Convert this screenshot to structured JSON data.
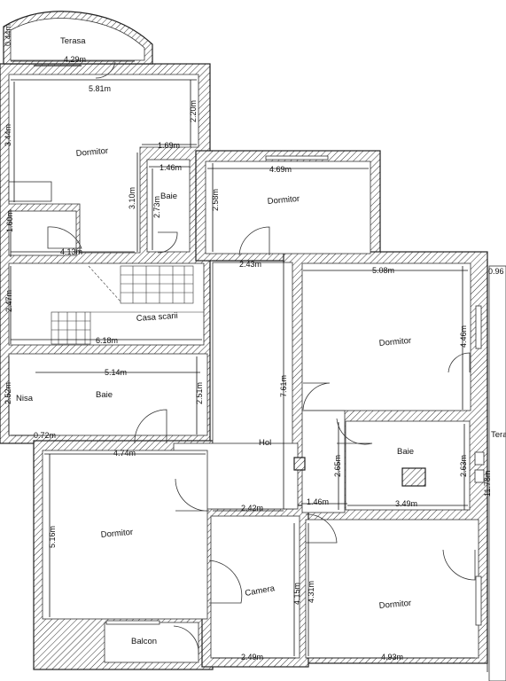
{
  "rooms": {
    "terasa_top": "Terasa",
    "dormitor_nw": "Dormitor",
    "baie_small": "Baie",
    "dormitor_n": "Dormitor",
    "casa_scarii": "Casa scarii",
    "dormitor_e": "Dormitor",
    "nisa": "Nisa",
    "baie_w": "Baie",
    "hol": "Hol",
    "baie_e": "Baie",
    "terasa_e": "Tera",
    "dormitor_sw": "Dormitor",
    "camera": "Camera",
    "dormitor_se": "Dormitor",
    "balcon": "Balcon"
  },
  "dims": {
    "d044": "0.44m",
    "d429": "4.29m",
    "d581": "5.81m",
    "d220": "2.20m",
    "d344": "3.44m",
    "d169": "1.69m",
    "d146a": "1.46m",
    "d469": "4.69m",
    "d310": "3.10m",
    "d273": "2.73m",
    "d258": "2.58m",
    "d160": "1.60m",
    "d413": "4.13m",
    "d243": "2.43m",
    "d508": "5.08m",
    "d096": "0.96",
    "d247": "2.47m",
    "d618": "6.18m",
    "d446": "4.46m",
    "d514": "5.14m",
    "d252": "2.52m",
    "d251": "2.51m",
    "d761": "7.61m",
    "d072": "0.72m",
    "d265": "2.65m",
    "d263": "2.63m",
    "d474": "4.74m",
    "d1178": "11.78m",
    "d242": "2.42m",
    "d146b": "1.46m",
    "d349": "3.49m",
    "d516": "5.16m",
    "d431": "4.31m",
    "d415": "4.15m",
    "d249": "2.49m",
    "d493": "4.93m"
  }
}
